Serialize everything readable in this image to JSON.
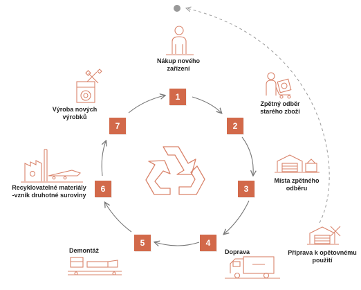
{
  "colors": {
    "accent": "#d2694a",
    "icon_stroke": "#d9836a",
    "arrow": "#777777",
    "dot": "#999999"
  },
  "steps": [
    {
      "number": "1",
      "label": "Nákup nového\nzařízení",
      "icon": "person-icon"
    },
    {
      "number": "2",
      "label": "Zpětný odběr\nstarého zboží",
      "icon": "person-with-trolley-icon"
    },
    {
      "number": "3",
      "label": "Místa zpětného\nodběru",
      "icon": "collection-point-icon"
    },
    {
      "number": "4",
      "label": "Doprava",
      "icon": "truck-icon"
    },
    {
      "number": "5",
      "label": "Demontáž",
      "icon": "dismantling-line-icon"
    },
    {
      "number": "6",
      "label": "Recyklovatelné materiály\n-vznik druhotné suroviny",
      "icon": "recycling-factory-icon"
    },
    {
      "number": "7",
      "label": "Výroba nových\nvýrobků",
      "icon": "washing-machine-tools-icon"
    }
  ],
  "side_step": {
    "label": "Příprava k opětovnému\npoužití",
    "icon": "warehouse-tools-icon"
  },
  "center_icon": "recycle-icon"
}
